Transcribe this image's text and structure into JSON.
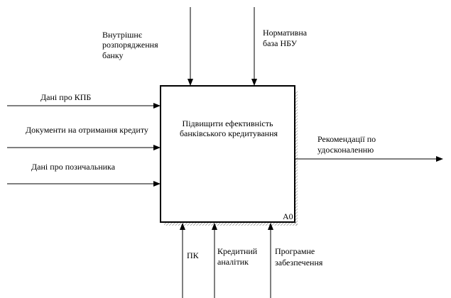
{
  "colors": {
    "background": "#ffffff",
    "line": "#000000",
    "shadow_hatch": "#7a7a7a"
  },
  "activity": {
    "title_lines": [
      "Підвищити ефективність",
      "банківського кредитування"
    ],
    "node_id": "A0"
  },
  "controls": [
    {
      "lines": [
        "Внутрішнє",
        "розпорядження",
        "банку"
      ]
    },
    {
      "lines": [
        "Нормативна",
        "база НБУ"
      ]
    }
  ],
  "inputs": [
    {
      "lines": [
        "Дані про КПБ"
      ]
    },
    {
      "lines": [
        "Документи на отримання кредиту"
      ]
    },
    {
      "lines": [
        "Дані про позичальника"
      ]
    }
  ],
  "outputs": [
    {
      "lines": [
        "Рекомендації по",
        "удосконаленню"
      ]
    }
  ],
  "mechanisms": [
    {
      "lines": [
        "ПК"
      ]
    },
    {
      "lines": [
        "Кредитний",
        "аналітик"
      ]
    },
    {
      "lines": [
        "Програмне",
        "забезпечення"
      ]
    }
  ]
}
